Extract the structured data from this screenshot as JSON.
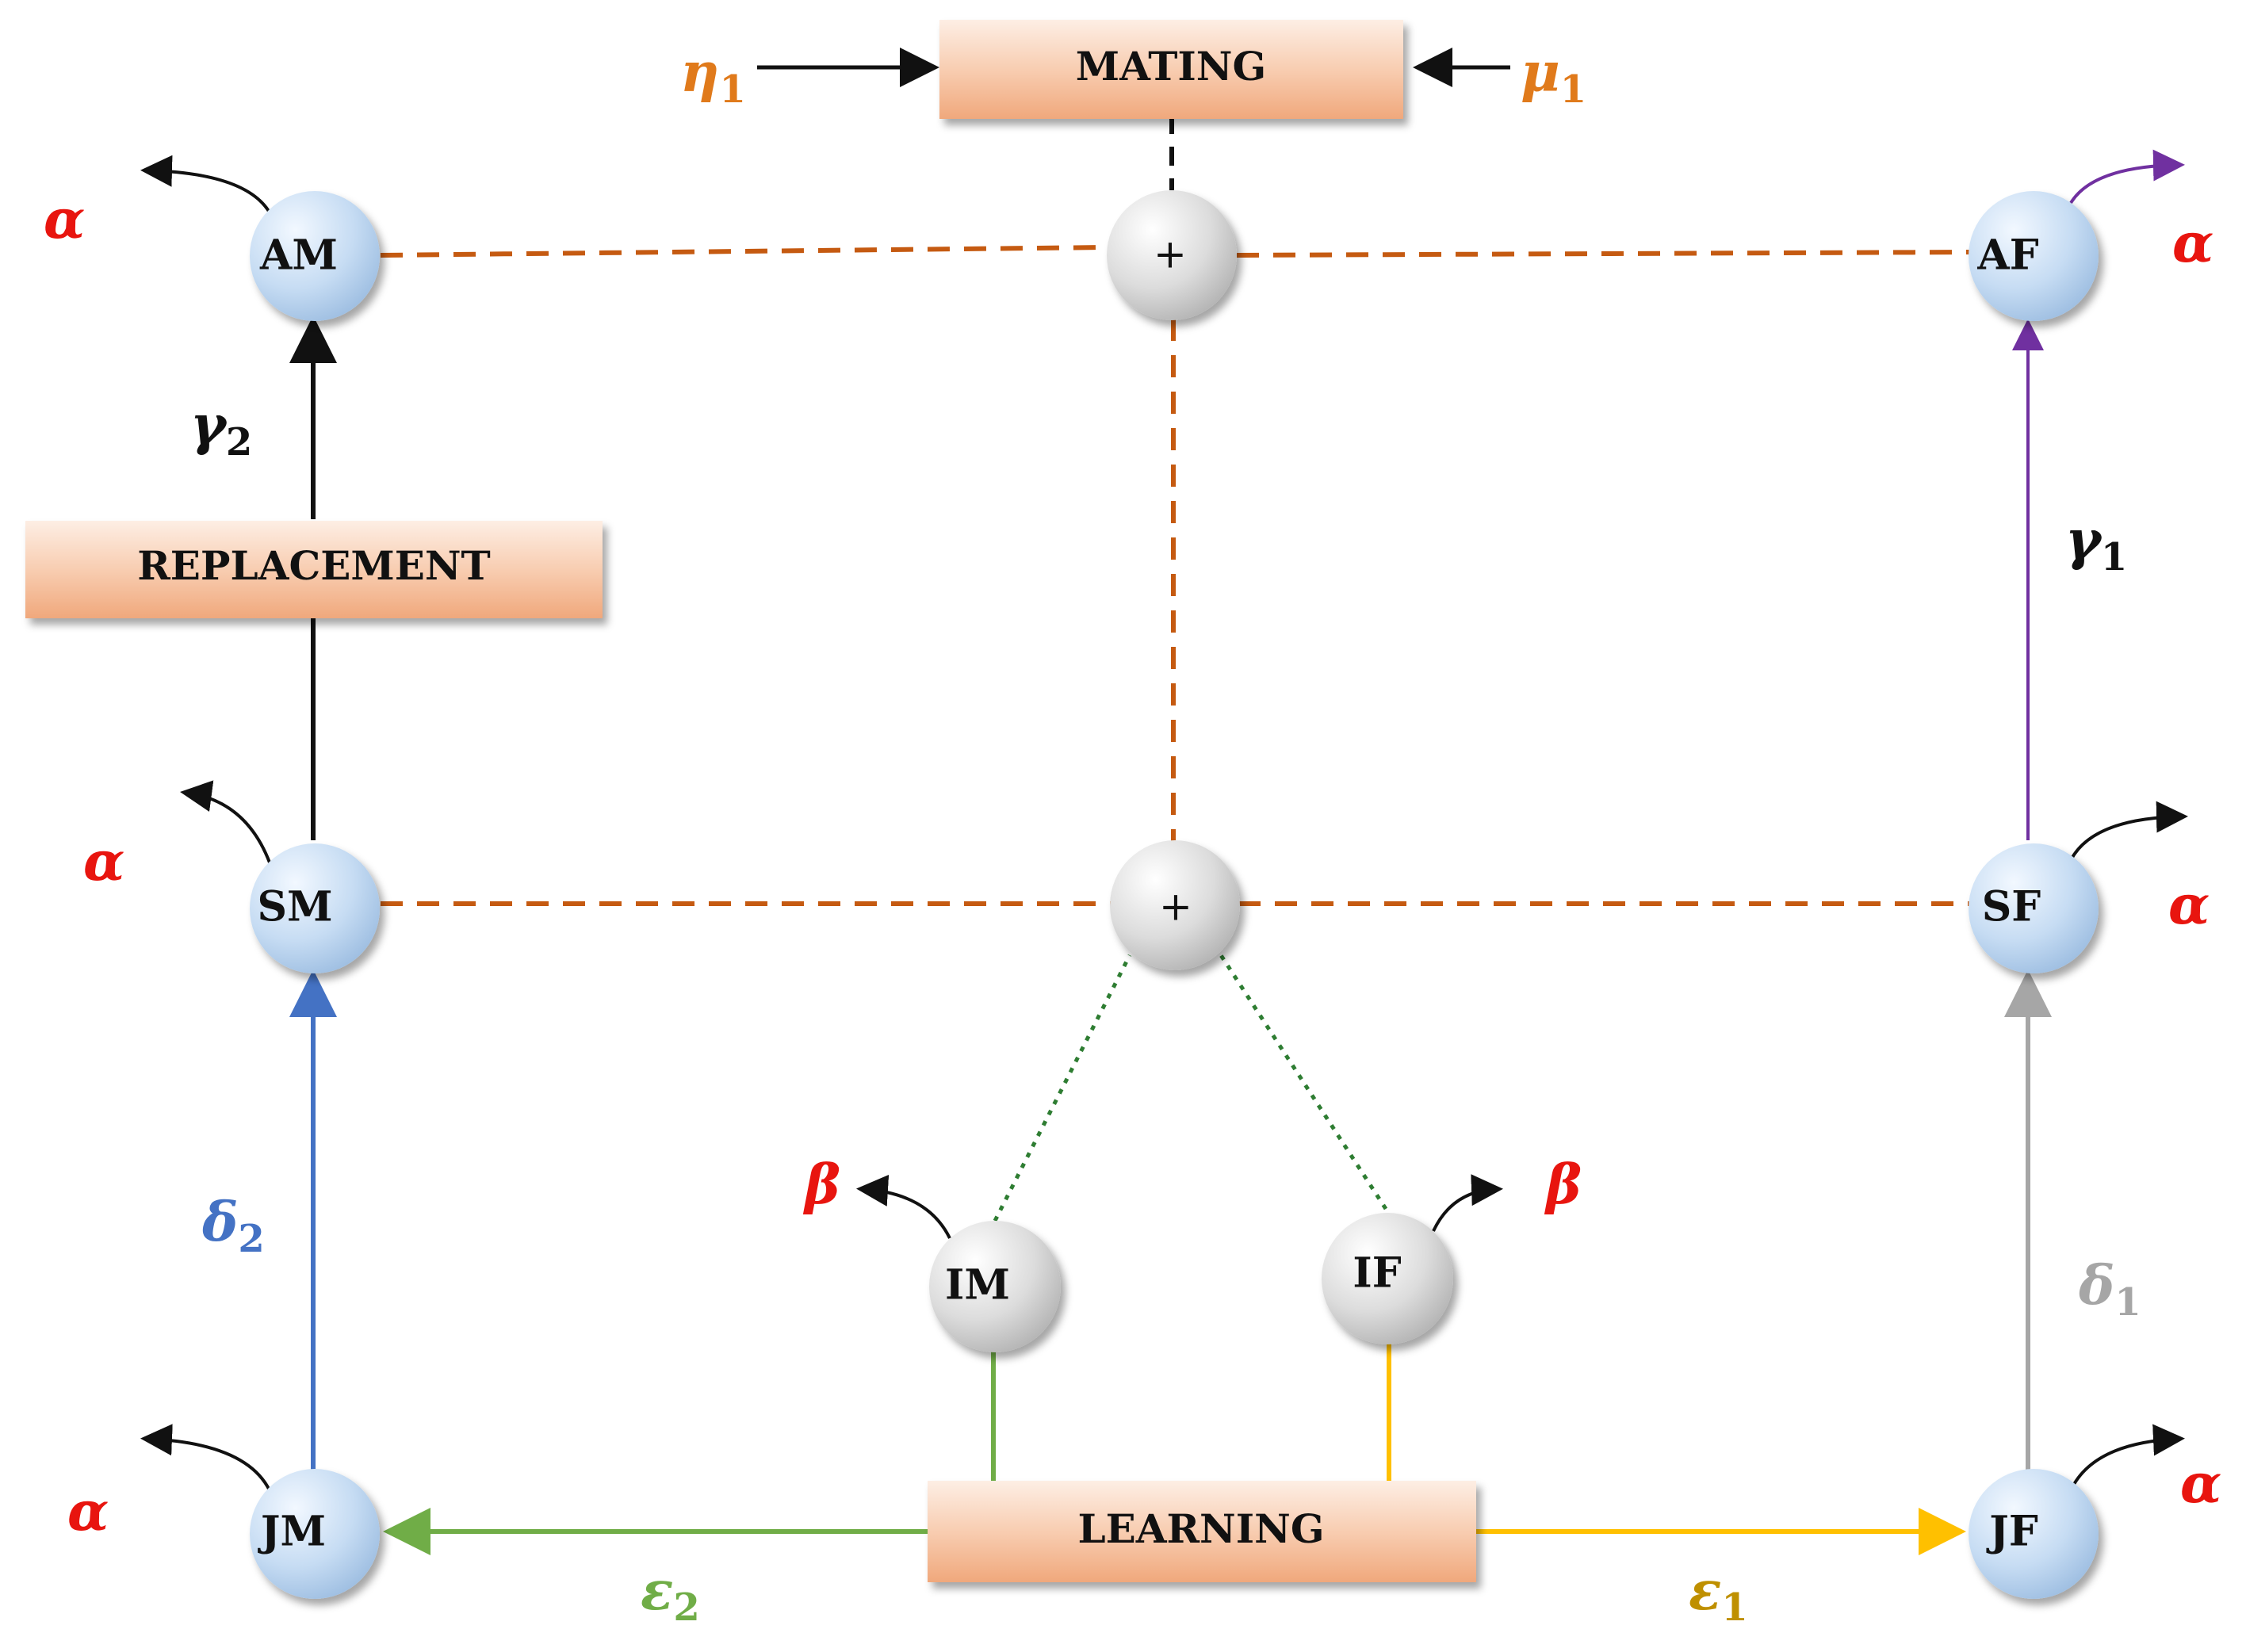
{
  "boxes": {
    "mating": "MATING",
    "replacement": "REPLACEMENT",
    "learning": "LEARNING"
  },
  "nodes": {
    "am": "AM",
    "af": "AF",
    "sm": "SM",
    "sf": "SF",
    "jm": "JM",
    "jf": "JF",
    "im": "IM",
    "if": "IF",
    "plus_top": "+",
    "plus_mid": "+"
  },
  "params": {
    "eta": {
      "sym": "η",
      "sub": "1"
    },
    "mu": {
      "sym": "μ",
      "sub": "1"
    },
    "gamma2": {
      "sym": "γ",
      "sub": "2"
    },
    "gamma1": {
      "sym": "γ",
      "sub": "1"
    },
    "delta2": {
      "sym": "δ",
      "sub": "2"
    },
    "delta1": {
      "sym": "δ",
      "sub": "1"
    },
    "eps2": {
      "sym": "ε",
      "sub": "2"
    },
    "eps1": {
      "sym": "ε",
      "sub": "1"
    },
    "alpha": "α",
    "beta": "β"
  },
  "colors": {
    "box_fill_light": "#fbe3d4",
    "box_fill_dark": "#f2b08a",
    "node_blue": "#c5dcf3",
    "node_grey": "#dcdcdc",
    "dashed_orange": "#c55a11",
    "alpha_beta_red": "#e8150f",
    "eta_mu_orange": "#e07a1b",
    "delta2_blue": "#4472c4",
    "eps2_green": "#70ad47",
    "eps1_yellow": "#ffc000",
    "eps1_text": "#bf9000",
    "gamma1_purple": "#7030a0",
    "delta1_grey": "#a6a6a6"
  }
}
